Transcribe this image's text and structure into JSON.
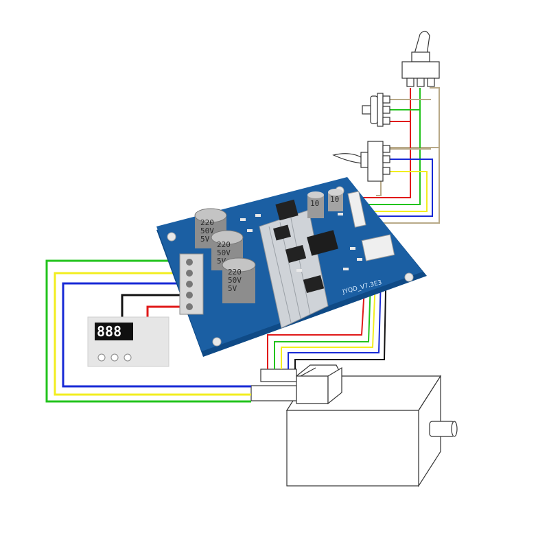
{
  "components": {
    "capacitor_large": {
      "value": "220",
      "voltage": "50V",
      "unit_mark": "5V"
    },
    "capacitor_small_a": {
      "value": "10"
    },
    "capacitor_small_b": {
      "value": "10"
    },
    "board_model": "JYQD_V7.3E3",
    "display": {
      "digits": "888"
    }
  },
  "wire_colors": {
    "green": "#22c31c",
    "yellow": "#f2ee1f",
    "blue": "#1729d6",
    "black": "#111111",
    "red": "#e01818",
    "tan": "#b8a988",
    "pcb": "#1b5fa3"
  },
  "icons": [
    "toggle-switch-icon",
    "potentiometer-icon",
    "three-way-switch-icon",
    "motor-icon",
    "digital-display-icon",
    "driver-board-icon"
  ]
}
